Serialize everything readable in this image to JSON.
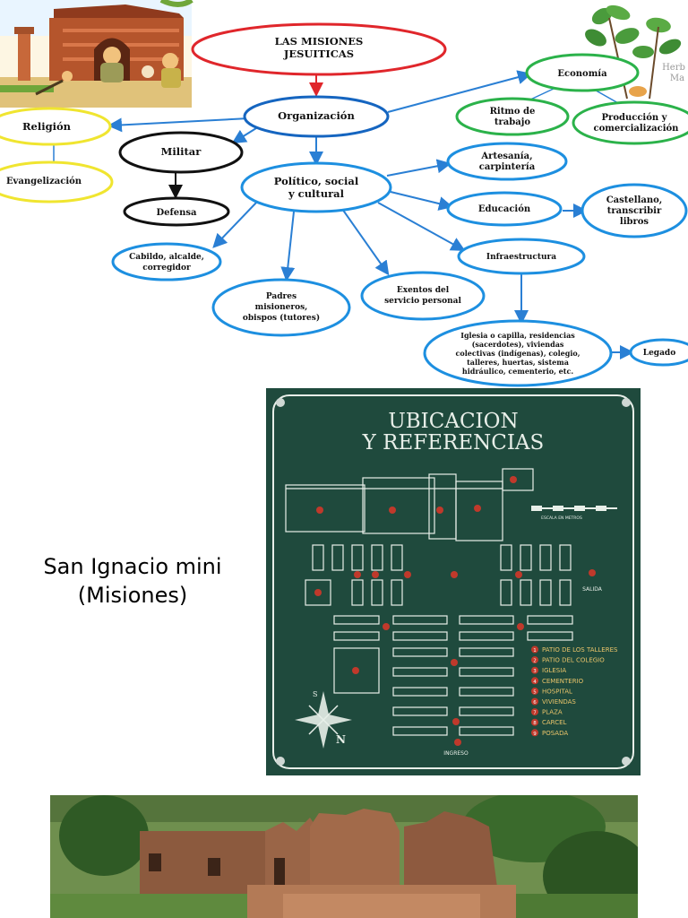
{
  "concept_map": {
    "title_line1": "LAS MISIONES",
    "title_line2": "JESUITICAS",
    "organizacion": "Organización",
    "religion": "Religión",
    "evangelizacion": "Evangelización",
    "militar": "Militar",
    "defensa": "Defensa",
    "economia": "Economía",
    "ritmo_line1": "Ritmo de",
    "ritmo_line2": "trabajo",
    "produccion_line1": "Producción y",
    "produccion_line2": "comercialización",
    "politico_line1": "Político, social",
    "politico_line2": "y cultural",
    "artesania_line1": "Artesanía,",
    "artesania_line2": "carpintería",
    "educacion": "Educación",
    "castellano_line1": "Castellano,",
    "castellano_line2": "transcribir",
    "castellano_line3": "libros",
    "cabildo_line1": "Cabildo, alcalde,",
    "cabildo_line2": "corregidor",
    "padres_line1": "Padres",
    "padres_line2": "misioneros,",
    "padres_line3": "obispos (tutores)",
    "exentos_line1": "Exentos del",
    "exentos_line2": "servicio personal",
    "infraestructura": "Infraestructura",
    "iglesia_lines": [
      "Iglesia o capilla, residencias",
      "(sacerdotes), viviendas",
      "colectivas (indígenas), colegio,",
      "talleres, huertas, sistema",
      "hidráulico, cementerio, etc."
    ],
    "legado": "Legado",
    "herb_line1": "Herb",
    "herb_line2": "Ma"
  },
  "caption": {
    "line1": "San Ignacio mini",
    "line2": "(Misiones)"
  },
  "map_sign": {
    "title_line1": "UBICACION",
    "title_line2": "Y REFERENCIAS",
    "scale_label": "ESCALA EN METROS",
    "salida": "SALIDA",
    "ingreso": "INGRESO",
    "compass_s": "S",
    "compass_n": "N",
    "legend": [
      {
        "num": "1",
        "label": "PATIO DE LOS TALLERES"
      },
      {
        "num": "2",
        "label": "PATIO DEL COLEGIO"
      },
      {
        "num": "3",
        "label": "IGLESIA"
      },
      {
        "num": "4",
        "label": "CEMENTERIO"
      },
      {
        "num": "5",
        "label": "HOSPITAL"
      },
      {
        "num": "6",
        "label": "VIVIENDAS"
      },
      {
        "num": "7",
        "label": "PLAZA"
      },
      {
        "num": "8",
        "label": "CARCEL"
      },
      {
        "num": "9",
        "label": "POSADA"
      }
    ],
    "colors": {
      "board": "#1f4a3d",
      "lines": "#e8efe9",
      "markers": "#c0392b",
      "legend_text": "#e9c46a"
    }
  },
  "colors": {
    "title_border": "#e0262b",
    "blue_border": "#1d8fe0",
    "dark_blue": "#1565c0",
    "yellow_border": "#f0e530",
    "green_border": "#2bb24a",
    "black_border": "#111111",
    "arrow_red": "#e0262b",
    "arrow_blue": "#2a7fd4"
  }
}
